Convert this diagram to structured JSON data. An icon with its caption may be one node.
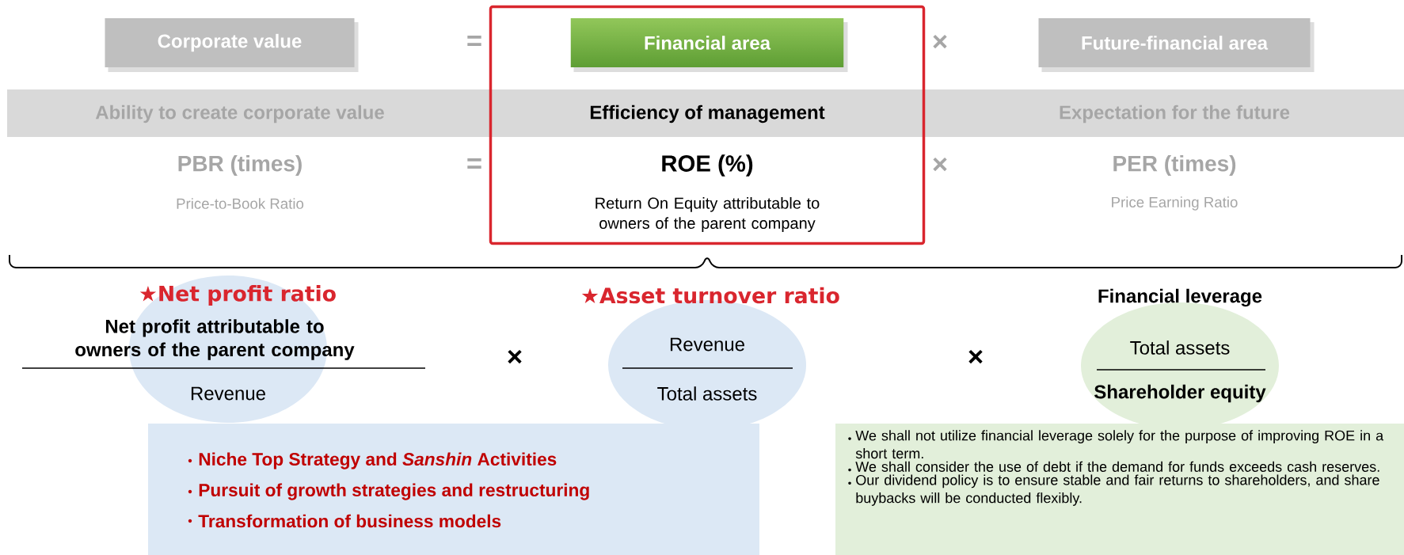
{
  "diagram": {
    "nodes": [
      {
        "text": [
          "Corporate value"
        ]
      },
      {
        "text": [
          "ROE (%)",
          "Return On Equity attributable to owners of the parent company"
        ]
      },
      {
        "text": [
          "Financial area"
        ],
        "in": 1
      },
      {
        "text": [
          "Future-financial area"
        ]
      },
      {
        "text": [
          "Ability to create corporate value",
          "Efficiency of management",
          "Expectation for the future"
        ]
      },
      {
        "text": [
          "Revenue"
        ]
      },
      {
        "text": [
          "Revenue",
          "Total assets"
        ]
      },
      {
        "text": [
          "Total assets",
          "Shareholder equity"
        ]
      },
      {
        "text": [
          "Niche Top Strategy and *Sanshin* Activities",
          "Pursuit of growth strategies and restructuring",
          "Transformation of business models"
        ]
      },
      {
        "text": [
          "We shall not utilize financial leverage solely for the purpose of improving ROE in a short term.",
          "We shall consider the use of debt if the demand for funds exceeds cash reserves.",
          "Our dividend policy is to ensure stable and fair returns to shareholders, and share buybacks will be conducted flexibly."
        ]
      }
    ],
    "labels": [
      "=",
      "×",
      "PBR (times)",
      "=",
      "×",
      "PER (times)",
      "Price-to-Book Ratio",
      "Price Earning Ratio",
      "★Net profit ratio",
      "★Asset turnover ratio",
      "Financial leverage",
      "Net profit attributable to owners of the parent company",
      "×",
      "×"
    ]
  }
}
